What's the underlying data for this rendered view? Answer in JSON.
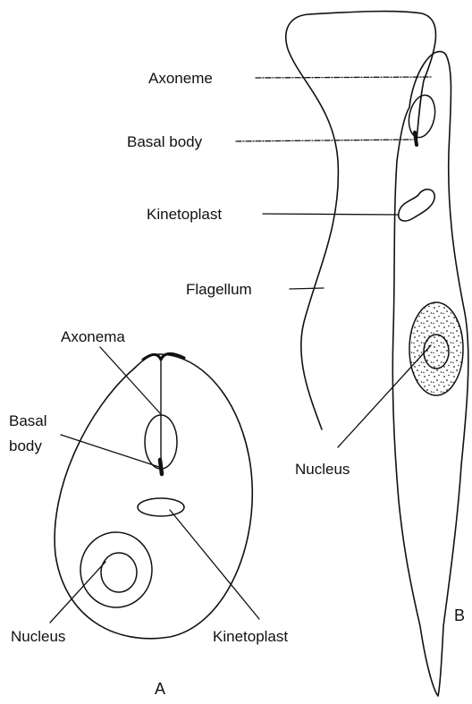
{
  "figure_b": {
    "letter": "B",
    "labels": {
      "axoneme": "Axoneme",
      "basal_body": "Basal body",
      "kinetoplast": "Kinetoplast",
      "flagellum": "Flagellum",
      "nucleus": "Nucleus"
    }
  },
  "figure_a": {
    "letter": "A",
    "labels": {
      "axonema": "Axonema",
      "basal_body_line1": "Basal",
      "basal_body_line2": "body",
      "nucleus": "Nucleus",
      "kinetoplast": "Kinetoplast"
    }
  },
  "colors": {
    "ink": "#111111",
    "background": "#ffffff"
  }
}
